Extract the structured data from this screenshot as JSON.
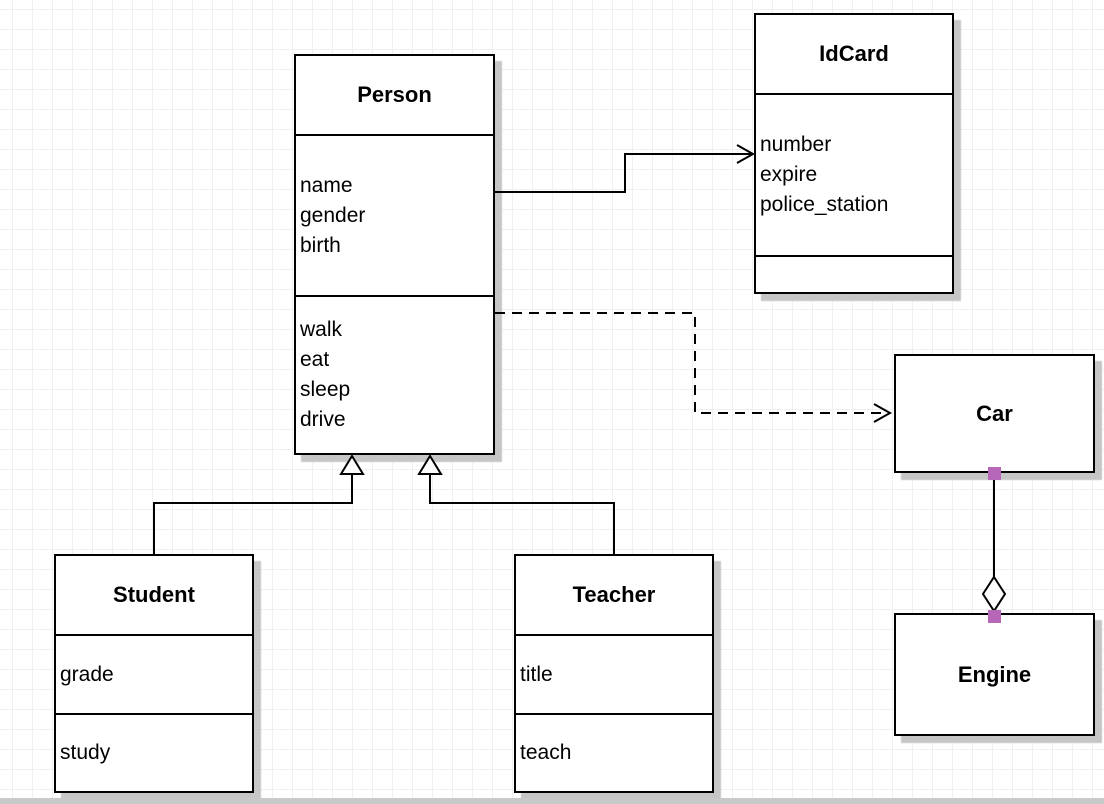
{
  "diagram": {
    "classes": [
      {
        "name": "Person",
        "attributes": [
          "name",
          "gender",
          "birth"
        ],
        "methods": [
          "walk",
          "eat",
          "sleep",
          "drive"
        ]
      },
      {
        "name": "IdCard",
        "attributes": [
          "number",
          "expire",
          "police_station"
        ],
        "methods": []
      },
      {
        "name": "Student",
        "attributes": [
          "grade"
        ],
        "methods": [
          "study"
        ]
      },
      {
        "name": "Teacher",
        "attributes": [
          "title"
        ],
        "methods": [
          "teach"
        ]
      },
      {
        "name": "Car",
        "attributes": [],
        "methods": []
      },
      {
        "name": "Engine",
        "attributes": [],
        "methods": []
      }
    ],
    "relationships": [
      {
        "from": "Person",
        "to": "IdCard",
        "type": "association",
        "line": "solid",
        "arrow": "open-arrow"
      },
      {
        "from": "Person",
        "to": "Car",
        "type": "dependency",
        "line": "dashed",
        "arrow": "open-arrow"
      },
      {
        "from": "Student",
        "to": "Person",
        "type": "generalization",
        "line": "solid",
        "arrow": "hollow-triangle"
      },
      {
        "from": "Teacher",
        "to": "Person",
        "type": "generalization",
        "line": "solid",
        "arrow": "hollow-triangle"
      },
      {
        "from": "Car",
        "to": "Engine",
        "type": "aggregation",
        "line": "solid",
        "arrow": "hollow-diamond"
      }
    ]
  },
  "colors": {
    "line": "#000000",
    "box_fill": "#ffffff",
    "box_shadow": "#c6c6c6",
    "grid_line": "#eff0f4",
    "endpoint_handle": "#b767b7",
    "canvas_bottom_edge": "#c7c9ca"
  }
}
